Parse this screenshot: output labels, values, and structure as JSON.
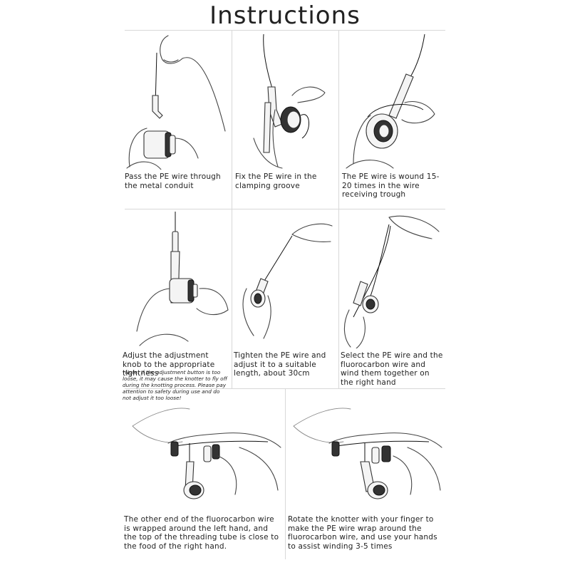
{
  "title": "Instructions",
  "steps": [
    {
      "caption": "Pass the PE wire through the metal conduit"
    },
    {
      "caption": "Fix the PE wire in the clamping groove"
    },
    {
      "caption": "The PE wire is wound 15-20 times in the wire receiving trough"
    },
    {
      "caption": "Adjust the adjustment knob to the appropriate tightness",
      "note": "*Note: If the adjustment button is too loose, it may cause the knotter to fly off during the knotting process. Please pay attention to safety during use and do not adjust it too loose!"
    },
    {
      "caption": "Tighten the PE wire and adjust it to a suitable length, about 30cm"
    },
    {
      "caption": "Select the PE wire and the fluorocarbon wire and wind them together on the right hand"
    },
    {
      "caption": "The other end of the fluorocarbon wire is wrapped around the left hand, and the top of the threading tube is close to the food of the right hand."
    },
    {
      "caption": "Rotate the knotter with your finger to make the PE wire wrap around the fluorocarbon wire, and use your hands to assist winding 3-5 times"
    }
  ]
}
